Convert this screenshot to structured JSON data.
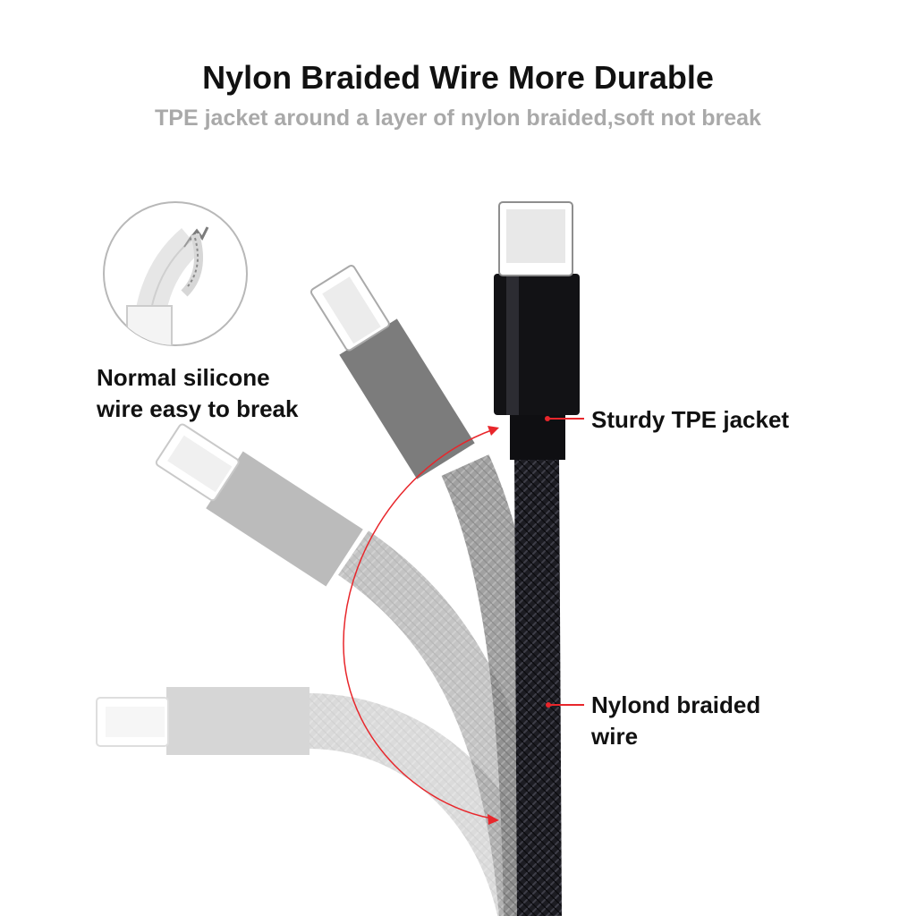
{
  "header": {
    "title": "Nylon Braided Wire More Durable",
    "subtitle": "TPE jacket around a layer of nylon braided,soft not break"
  },
  "callouts": {
    "normal_wire_line1": "Normal silicone",
    "normal_wire_line2": "wire easy to break",
    "tpe_jacket": "Sturdy TPE jacket",
    "nylon_line1": "Nylond braided",
    "nylon_line2": "wire"
  },
  "colors": {
    "accent": "#e8262b",
    "title": "#111111",
    "subtitle": "#a9a9a9",
    "cable_black": "#1a1a1f"
  }
}
